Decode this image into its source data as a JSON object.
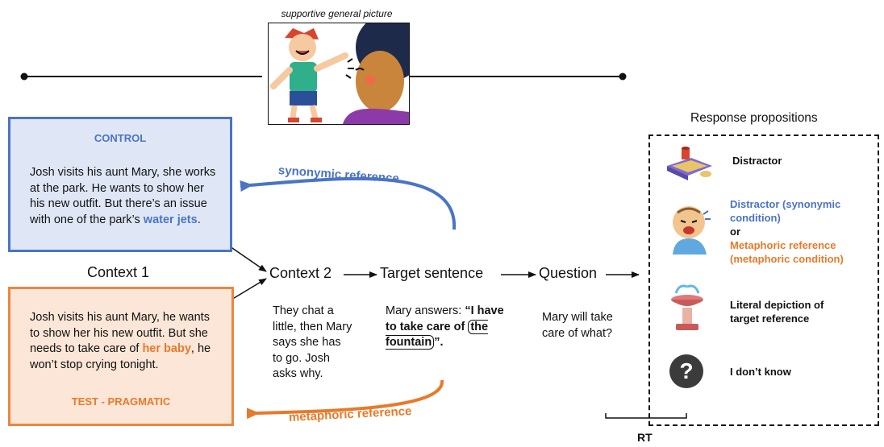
{
  "supportive_caption": "supportive general picture",
  "control": {
    "title": "CONTROL",
    "text_before": "Josh visits his aunt Mary, she works at the park. He wants to show her his new outfit. But there’s an issue with one of the park’s ",
    "highlight": "water jets",
    "text_after": "."
  },
  "test": {
    "title": "TEST - PRAGMATIC",
    "text_before": "Josh visits his aunt Mary, he wants to show her his new outfit. But she needs to take care of ",
    "highlight": "her baby",
    "text_after": ", he won’t stop crying tonight."
  },
  "stages": {
    "context1": "Context 1",
    "context2": "Context 2",
    "target": "Target sentence",
    "question": "Question"
  },
  "context2_text": "They chat a little, then Mary says she has to go. Josh asks why.",
  "target_text": {
    "prefix": "Mary answers: ",
    "quote_open": "“I have to take care of ",
    "boxed": "the fountain",
    "quote_close": "”."
  },
  "question_text": "Mary will take care of what?",
  "arrows": {
    "synonymic": "synonymic reference",
    "metaphoric": "metaphoric reference"
  },
  "responses": {
    "title": "Response propositions",
    "distractor": "Distractor",
    "option2_blue": "Distractor (synonymic condition)",
    "option2_or": "or",
    "option2_orange": "Metaphoric reference (metaphoric condition)",
    "literal": "Literal depiction of target reference",
    "dont_know": "I don’t know"
  },
  "rt_label": "RT",
  "colors": {
    "blue": "#4a74c5",
    "orange": "#e87a2a"
  },
  "icons": [
    "boy-and-aunt-illustration",
    "sandbox-icon",
    "crying-baby-icon",
    "fountain-icon",
    "question-mark-icon"
  ]
}
